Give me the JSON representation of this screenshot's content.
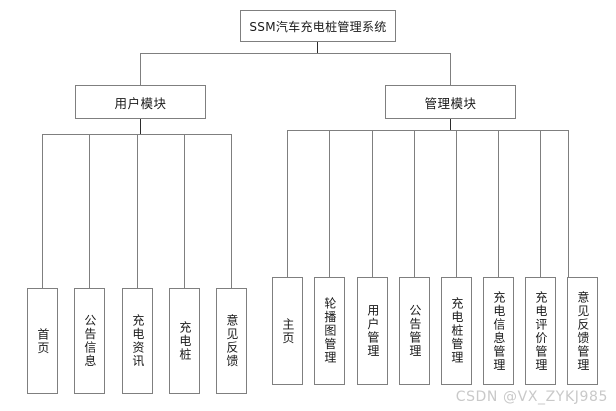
{
  "diagram": {
    "type": "tree-hierarchy",
    "root": {
      "label": "SSM汽车充电桩管理系统"
    },
    "modules": [
      {
        "id": "user",
        "label": "用户模块"
      },
      {
        "id": "admin",
        "label": "管理模块"
      }
    ],
    "user_module_leaves": [
      {
        "label": "首页"
      },
      {
        "label": "公告信息"
      },
      {
        "label": "充电资讯"
      },
      {
        "label": "充电桩"
      },
      {
        "label": "意见反馈"
      }
    ],
    "admin_module_leaves": [
      {
        "label": "主页"
      },
      {
        "label": "轮播图管理"
      },
      {
        "label": "用户管理"
      },
      {
        "label": "公告管理"
      },
      {
        "label": "充电桩管理"
      },
      {
        "label": "充电信息管理"
      },
      {
        "label": "充电评价管理"
      },
      {
        "label": "意见反馈管理"
      }
    ]
  },
  "watermark": {
    "text": "CSDN @VX_ZYKJ985"
  },
  "colors": {
    "stroke": "#7f7f7f",
    "stroke_dark": "#2b2b2b",
    "text": "#1a1a1a",
    "background": "#ffffff",
    "watermark": "#c9c9c9"
  }
}
